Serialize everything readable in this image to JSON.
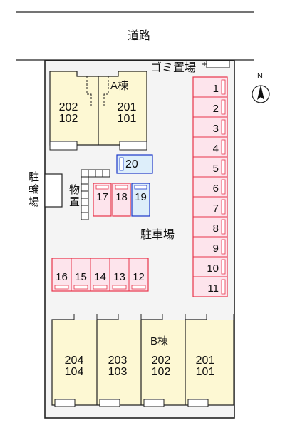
{
  "road_label": "道路",
  "garbage_label": "ゴミ置場",
  "north_label": "N",
  "bike_label": "駐輪場",
  "storage_label": "物置",
  "parking_area_label": "駐車場",
  "building_a": {
    "name": "A棟",
    "units": [
      {
        "upper": "202",
        "lower": "102"
      },
      {
        "upper": "201",
        "lower": "101"
      }
    ]
  },
  "building_b": {
    "name": "B棟",
    "units": [
      {
        "upper": "204",
        "lower": "104"
      },
      {
        "upper": "203",
        "lower": "103"
      },
      {
        "upper": "202",
        "lower": "102"
      },
      {
        "upper": "201",
        "lower": "101"
      }
    ]
  },
  "parking_right": [
    "1",
    "2",
    "3",
    "4",
    "5",
    "6",
    "7",
    "8",
    "9",
    "10",
    "11"
  ],
  "parking_middle": [
    "17",
    "18",
    "19"
  ],
  "parking_top": "20",
  "parking_bottom": [
    "16",
    "15",
    "14",
    "13",
    "12"
  ],
  "colors": {
    "parking_pink": "#fde4ec",
    "parking_red_border": "#e8334a",
    "parking_blue": "#ddeefa",
    "parking_blue_border": "#1a36c8",
    "building_fill": "#fdf8d3"
  }
}
